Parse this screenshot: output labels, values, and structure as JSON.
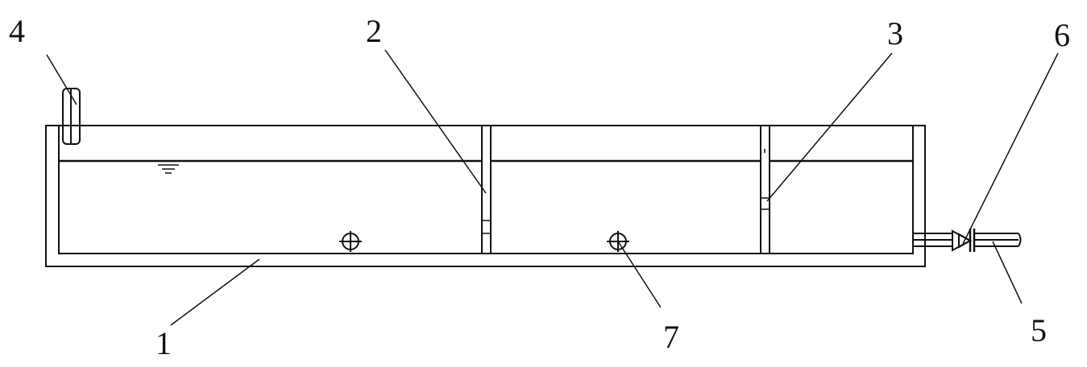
{
  "labels": {
    "tank": "1",
    "partition": "2",
    "opening": "3",
    "inlet_pipe": "4",
    "outlet_pipe": "5",
    "valve": "6",
    "aerator": "7"
  },
  "colors": {
    "line": "#111111",
    "background": "#ffffff"
  }
}
